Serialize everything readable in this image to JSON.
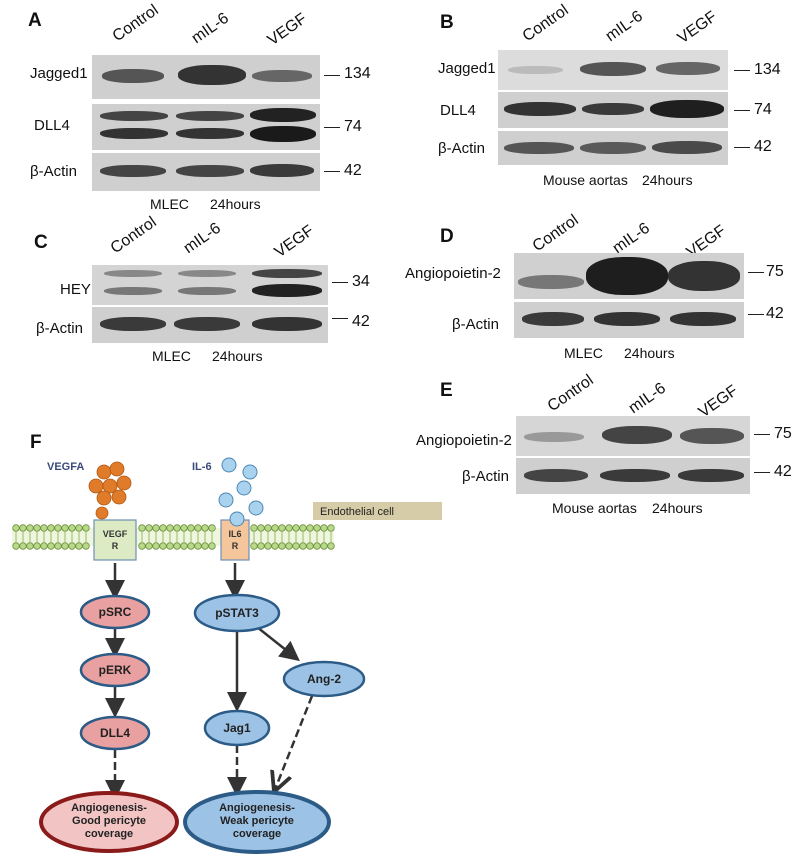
{
  "lanes": [
    "Control",
    "mIL-6",
    "VEGF"
  ],
  "panel_A": {
    "letter": "A",
    "rows": [
      "Jagged1",
      "DLL4",
      "β-Actin"
    ],
    "mw": [
      "134",
      "74",
      "42"
    ],
    "caption_left": "MLEC",
    "caption_right": "24hours"
  },
  "panel_B": {
    "letter": "B",
    "rows": [
      "Jagged1",
      "DLL4",
      "β-Actin"
    ],
    "mw": [
      "134",
      "74",
      "42"
    ],
    "caption_left": "Mouse aortas",
    "caption_right": "24hours"
  },
  "panel_C": {
    "letter": "C",
    "rows": [
      "HEY",
      "β-Actin"
    ],
    "mw": [
      "34",
      "42"
    ],
    "caption_left": "MLEC",
    "caption_right": "24hours"
  },
  "panel_D": {
    "letter": "D",
    "rows": [
      "Angiopoietin-2",
      "β-Actin"
    ],
    "mw": [
      "75",
      "42"
    ],
    "caption_left": "MLEC",
    "caption_right": "24hours"
  },
  "panel_E": {
    "letter": "E",
    "rows": [
      "Angiopoietin-2",
      "β-Actin"
    ],
    "mw": [
      "75",
      "42"
    ],
    "caption_left": "Mouse aortas",
    "caption_right": "24hours"
  },
  "panel_F": {
    "letter": "F",
    "vegfa": "VEGFA",
    "il6": "IL-6",
    "endothelial": "Endothelial cell",
    "vegf_receptor": [
      "VEGF",
      "R"
    ],
    "il6_receptor": [
      "IL6",
      "R"
    ],
    "left_path": [
      "pSRC",
      "pERK",
      "DLL4"
    ],
    "right_path": [
      "pSTAT3",
      "Jag1",
      "Ang-2"
    ],
    "outcome_left": [
      "Angiogenesis-",
      "Good pericyte",
      "coverage"
    ],
    "outcome_right": [
      "Angiogenesis-",
      "Weak pericyte",
      "coverage"
    ],
    "colors": {
      "red_node": "#e8a0a0",
      "red_border": "#8b1a1a",
      "blue_node": "#9cc3e6",
      "blue_border": "#2b5b86",
      "orange": "#e07b2a",
      "ligand_blue": "#a9d2ef",
      "receptor_vegf": "#dcebc3",
      "receptor_il6": "#f5c59b",
      "endo_box": "#d6cca8"
    }
  }
}
